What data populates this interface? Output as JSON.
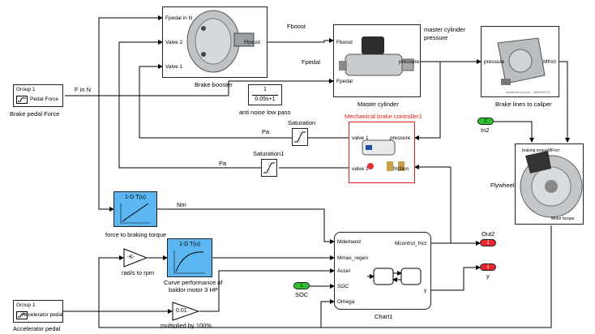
{
  "blocks": {
    "brake_booster": {
      "label": "Brake booster",
      "ports": {
        "in1": "Fpedal in N",
        "in2": "Valve 2",
        "in3": "Valve 1",
        "out": "Fboost"
      }
    },
    "master_cylinder": {
      "label": "Master cylinder",
      "ports": {
        "in1": "Fboost",
        "in2": "Fpedal",
        "out": "pressure"
      }
    },
    "brake_lines": {
      "label": "Brake lines to caliper",
      "ports": {
        "in": "pressure",
        "out": "Mfrict"
      },
      "watermark": "shutterstock.com · 288069076"
    },
    "low_pass": {
      "label": "anti noise low pass",
      "numerator": "1",
      "denominator": "0.05s+1"
    },
    "saturation": {
      "label": "Saturation"
    },
    "saturation1": {
      "label": "Saturation1"
    },
    "mech_controller": {
      "label": "Mechanical brake controller1",
      "ports": {
        "in1": "valve 1",
        "in2": "valve 2",
        "out1": "pressure",
        "out2": "friction"
      }
    },
    "flywheel": {
      "label": "Flywheel",
      "ports": {
        "p1": "braking torque",
        "p2": "MFrict",
        "p3": "Motor torque"
      }
    },
    "brake_pedal": {
      "group": "Group 1",
      "signal": "Pedal Force",
      "label": "Brake pedal Force"
    },
    "accel_pedal": {
      "group": "Group 1",
      "signal": "Accelerator pedal",
      "label": "Accelerator pedal"
    },
    "lut1": {
      "title": "1-D T(u)",
      "label": "force to braking torque"
    },
    "lut2": {
      "title": "1-D T(u)",
      "label_line1": "Curve performance of",
      "label_line2": "baldor motor 3 HP"
    },
    "gain_rpm": {
      "value": "-K-",
      "label": "rad/s to rpm"
    },
    "gain_pct": {
      "value": "0.01",
      "label": "multiplied by 100%"
    },
    "chart": {
      "label": "Chart1",
      "ports": {
        "in1": "Mdemand",
        "in2": "Mmax_regen",
        "in3": "Accel",
        "in4": "SOC",
        "in5": "Omega",
        "out1": "Mcontrol_frict",
        "out2": "y"
      }
    },
    "in2": {
      "number": "2",
      "label": "In2"
    },
    "soc": {
      "number": "1",
      "label": "SOC"
    },
    "out2": {
      "number": "2",
      "label": "Out2"
    },
    "y": {
      "number": "1",
      "label": "y"
    }
  },
  "signals": {
    "fboost": "Fboost",
    "master_pressure_line1": "master cylinder",
    "master_pressure_line2": "pressure",
    "fpedal": "Fpedal",
    "f_in_n": "F in N",
    "pa1": "Pa",
    "pa2": "Pa",
    "nm": "Nm"
  },
  "colors": {
    "lut_fill": "#5bb6f2",
    "inport_green": "#2fc02f",
    "outport_red": "#e8262b",
    "highlight": "#e0201a"
  }
}
